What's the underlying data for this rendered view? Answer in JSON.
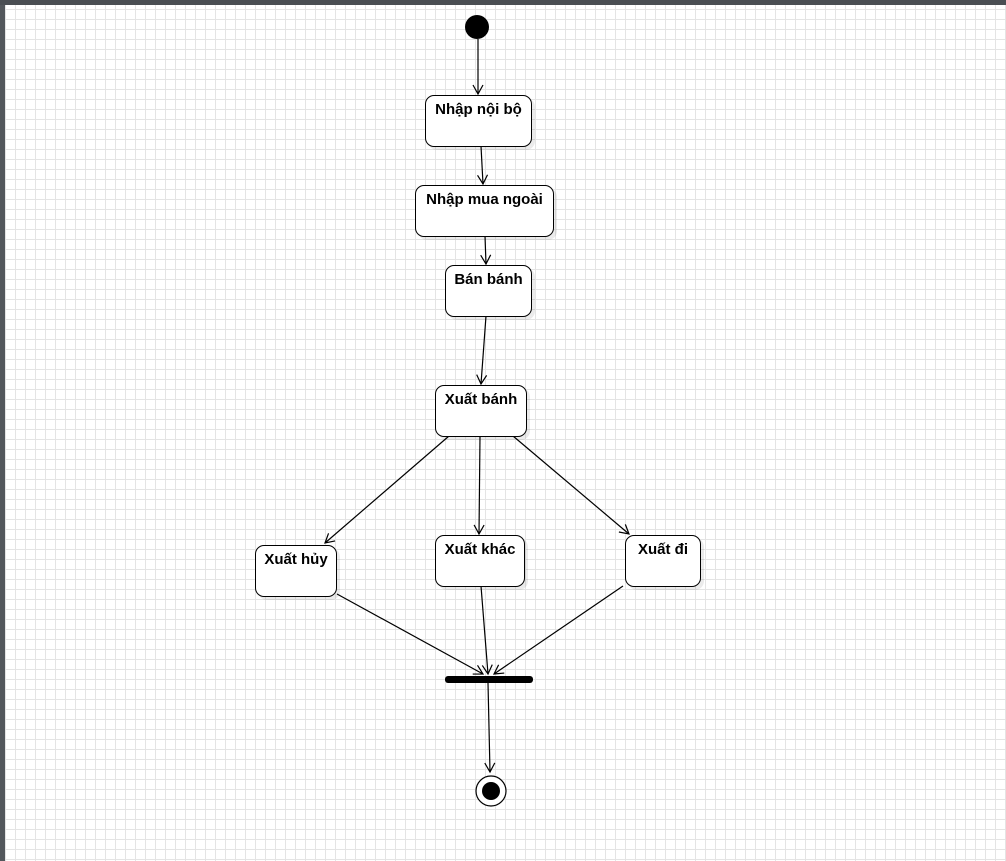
{
  "diagram": {
    "nodes": {
      "nhap_noi_bo": "Nhập nội bộ",
      "nhap_mua_ngoai": "Nhập mua ngoài",
      "ban_banh": "Bán bánh",
      "xuat_banh": "Xuất bánh",
      "xuat_huy": "Xuất hủy",
      "xuat_khac": "Xuất khác",
      "xuat_di": "Xuất đi"
    },
    "edges": [
      {
        "from": "start",
        "to": "nhap_noi_bo"
      },
      {
        "from": "nhap_noi_bo",
        "to": "nhap_mua_ngoai"
      },
      {
        "from": "nhap_mua_ngoai",
        "to": "ban_banh"
      },
      {
        "from": "ban_banh",
        "to": "xuat_banh"
      },
      {
        "from": "xuat_banh",
        "to": "xuat_huy"
      },
      {
        "from": "xuat_banh",
        "to": "xuat_khac"
      },
      {
        "from": "xuat_banh",
        "to": "xuat_di"
      },
      {
        "from": "xuat_huy",
        "to": "join_bar"
      },
      {
        "from": "xuat_khac",
        "to": "join_bar"
      },
      {
        "from": "xuat_di",
        "to": "join_bar"
      },
      {
        "from": "join_bar",
        "to": "end"
      }
    ]
  }
}
